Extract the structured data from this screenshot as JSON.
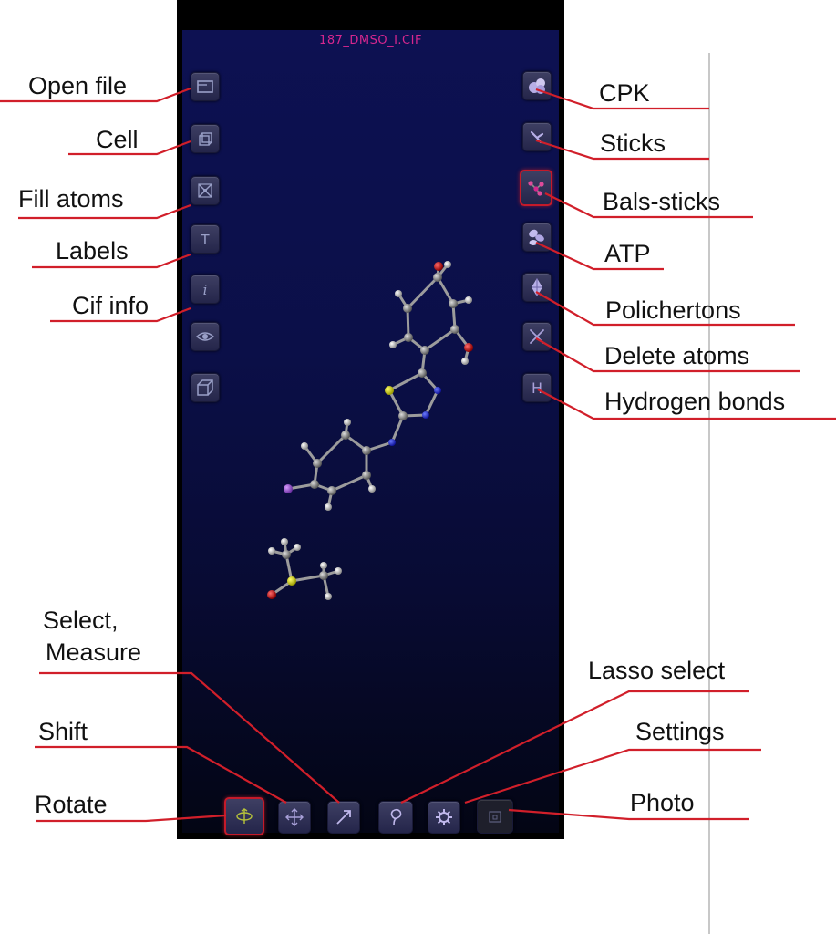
{
  "screen": {
    "file_title": "187_DMSO_I.CIF"
  },
  "colors": {
    "accent": "#d6278e",
    "leader_line": "#d11f2a",
    "active_border": "#c41a2a"
  },
  "left_toolbar": [
    {
      "id": "open-file",
      "icon": "folder-icon",
      "label": "Open file"
    },
    {
      "id": "cell",
      "icon": "cube-icon",
      "label": "Cell"
    },
    {
      "id": "fill-atoms",
      "icon": "fill-arrows-icon",
      "label": "Fill atoms"
    },
    {
      "id": "labels",
      "icon": "text-icon",
      "label": "Labels",
      "glyph": "T"
    },
    {
      "id": "cif-info",
      "icon": "info-icon",
      "label": "Cif info",
      "glyph": "i"
    },
    {
      "id": "view",
      "icon": "eye-icon",
      "label": ""
    },
    {
      "id": "box",
      "icon": "box-icon",
      "label": ""
    }
  ],
  "right_toolbar": [
    {
      "id": "cpk",
      "icon": "cpk-spheres-icon",
      "label": "CPK"
    },
    {
      "id": "sticks",
      "icon": "sticks-icon",
      "label": "Sticks"
    },
    {
      "id": "balls-sticks",
      "icon": "balls-sticks-icon",
      "label": "Bals-sticks",
      "active": true
    },
    {
      "id": "atp",
      "icon": "ellipsoids-icon",
      "label": "ATP"
    },
    {
      "id": "polichertons",
      "icon": "polyhedron-icon",
      "label": "Polichertons"
    },
    {
      "id": "delete-atoms",
      "icon": "cross-icon",
      "label": "Delete atoms"
    },
    {
      "id": "hydrogen-bonds",
      "icon": "h-icon",
      "label": "Hydrogen bonds",
      "glyph": "H"
    }
  ],
  "bottom_toolbar": [
    {
      "id": "rotate",
      "icon": "rotate-icon",
      "label": "Rotate",
      "active": true
    },
    {
      "id": "shift",
      "icon": "move-icon",
      "label": "Shift"
    },
    {
      "id": "select-measure",
      "icon": "arrow-icon",
      "label_lines": [
        "Select,",
        "Measure"
      ]
    },
    {
      "id": "lasso-select",
      "icon": "lasso-icon",
      "label": "Lasso select"
    },
    {
      "id": "settings",
      "icon": "gear-icon",
      "label": "Settings"
    },
    {
      "id": "photo",
      "icon": "camera-icon",
      "label": "Photo"
    }
  ]
}
